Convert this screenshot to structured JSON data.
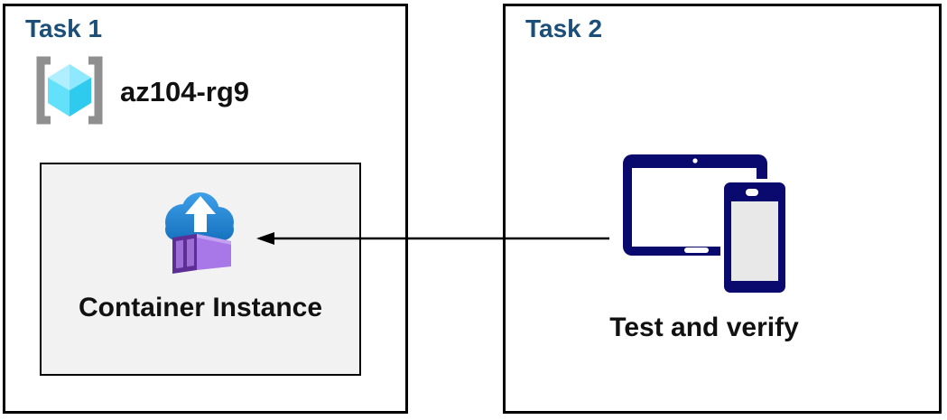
{
  "page": {
    "background": "#ffffff"
  },
  "palette": {
    "title_blue": "#1b4e79",
    "text_black": "#111111",
    "box_border": "#000000",
    "inner_box_bg": "#f2f2f2",
    "navy_device": "#0a0a6e",
    "device_screen_white": "#ffffff",
    "device_screen_gray": "#e8e8e8",
    "bracket_gray": "#8f8f8f",
    "cube_top_left": "#b0efff",
    "cube_top_right": "#8ee8ff",
    "cube_right": "#2fcbef",
    "cube_left": "#63e1fa",
    "cloud_top": "#3fa0ea",
    "cloud_bottom": "#1571bd",
    "arrow_white": "#ffffff",
    "container_front": "#5d2f96",
    "container_side": "#a978e8",
    "container_stripe": "#9d6fd6",
    "container_top_edge": "#c2a0f2",
    "connector_black": "#000000"
  },
  "task1": {
    "title": "Task 1",
    "resource_group": {
      "icon": "resource-group-icon",
      "name": "az104-rg9"
    },
    "container_box": {
      "icon": "container-instance-icon",
      "label": "Container Instance"
    }
  },
  "task2": {
    "title": "Task 2",
    "devices": {
      "icon": "tablet-and-phone-icon"
    },
    "label": "Test and verify"
  },
  "connector": {
    "from": "task2-devices",
    "to": "task1-container-instance",
    "direction": "right-to-left"
  }
}
